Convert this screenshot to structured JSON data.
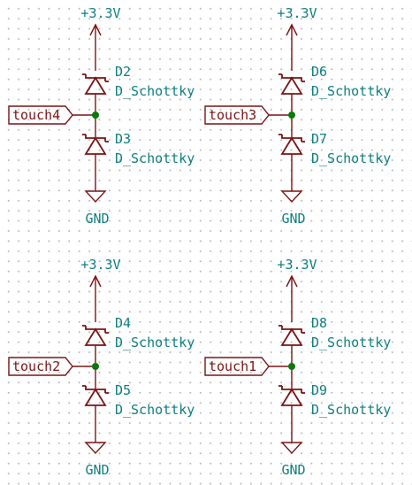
{
  "schematic": {
    "cells": [
      {
        "id": "touch4",
        "power_label": "+3.3V",
        "ground_label": "GND",
        "net_label": "touch4",
        "upper_diode": {
          "ref": "D2",
          "value": "D_Schottky"
        },
        "lower_diode": {
          "ref": "D3",
          "value": "D_Schottky"
        }
      },
      {
        "id": "touch3",
        "power_label": "+3.3V",
        "ground_label": "GND",
        "net_label": "touch3",
        "upper_diode": {
          "ref": "D6",
          "value": "D_Schottky"
        },
        "lower_diode": {
          "ref": "D7",
          "value": "D_Schottky"
        }
      },
      {
        "id": "touch2",
        "power_label": "+3.3V",
        "ground_label": "GND",
        "net_label": "touch2",
        "upper_diode": {
          "ref": "D4",
          "value": "D_Schottky"
        },
        "lower_diode": {
          "ref": "D5",
          "value": "D_Schottky"
        }
      },
      {
        "id": "touch1",
        "power_label": "+3.3V",
        "ground_label": "GND",
        "net_label": "touch1",
        "upper_diode": {
          "ref": "D8",
          "value": "D_Schottky"
        },
        "lower_diode": {
          "ref": "D9",
          "value": "D_Schottky"
        }
      }
    ],
    "colors": {
      "wire": "#7a1414",
      "junction": "#0a7a0a",
      "text": "#0f7f7f",
      "grid_dot": "#b8b8b8",
      "background": "#ffffff"
    }
  }
}
